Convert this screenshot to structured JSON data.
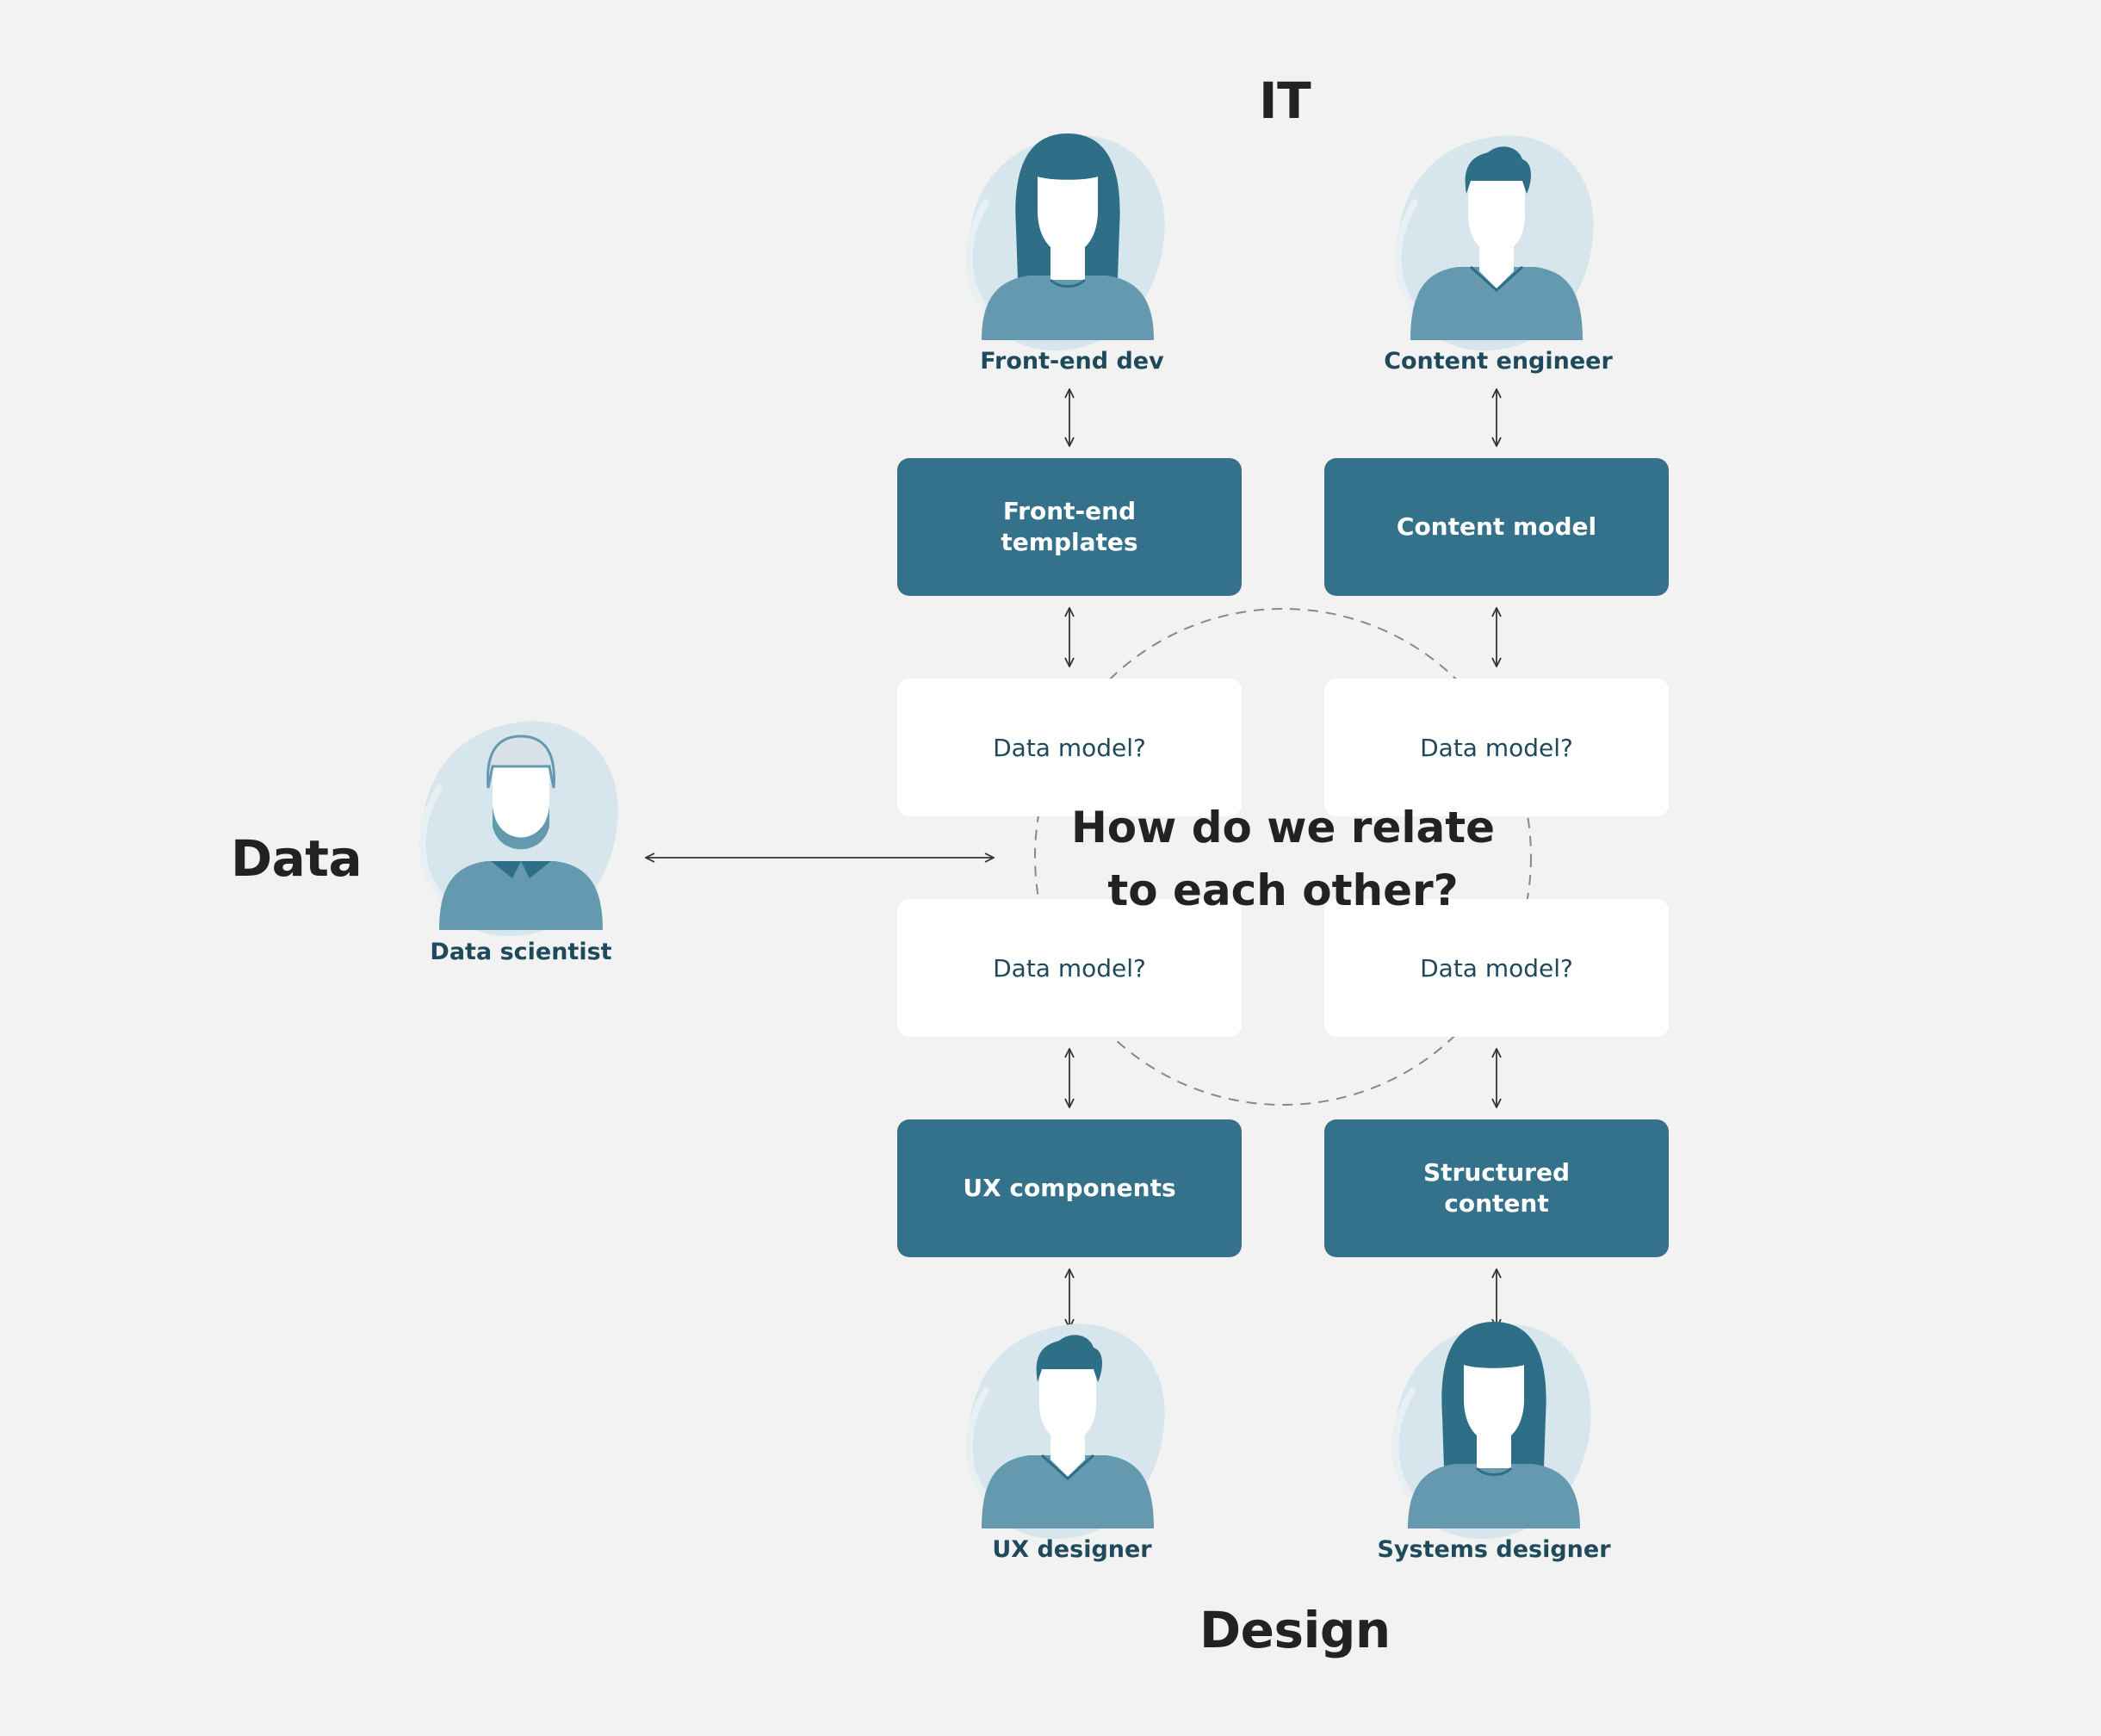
{
  "groups": {
    "it": "IT",
    "data": "Data",
    "design": "Design"
  },
  "personas": {
    "frontend_dev": "Front-end dev",
    "content_engineer": "Content engineer",
    "data_scientist": "Data scientist",
    "ux_designer": "UX designer",
    "systems_designer": "Systems designer"
  },
  "boxes": {
    "frontend_templates": "Front-end\ntemplates",
    "content_model": "Content model",
    "data_model_tl": "Data model?",
    "data_model_tr": "Data model?",
    "data_model_bl": "Data model?",
    "data_model_br": "Data model?",
    "ux_components": "UX components",
    "structured_content": "Structured\ncontent"
  },
  "center_question": "How do we relate\nto each other?",
  "colors": {
    "background": "#f2f2f2",
    "dark_box": "#33728a",
    "light_box": "#ffffff",
    "persona_text": "#1e4a5c",
    "avatar_bg": "#d6e6ec",
    "avatar_body": "#6599b0",
    "avatar_hair": "#2e6f87"
  }
}
